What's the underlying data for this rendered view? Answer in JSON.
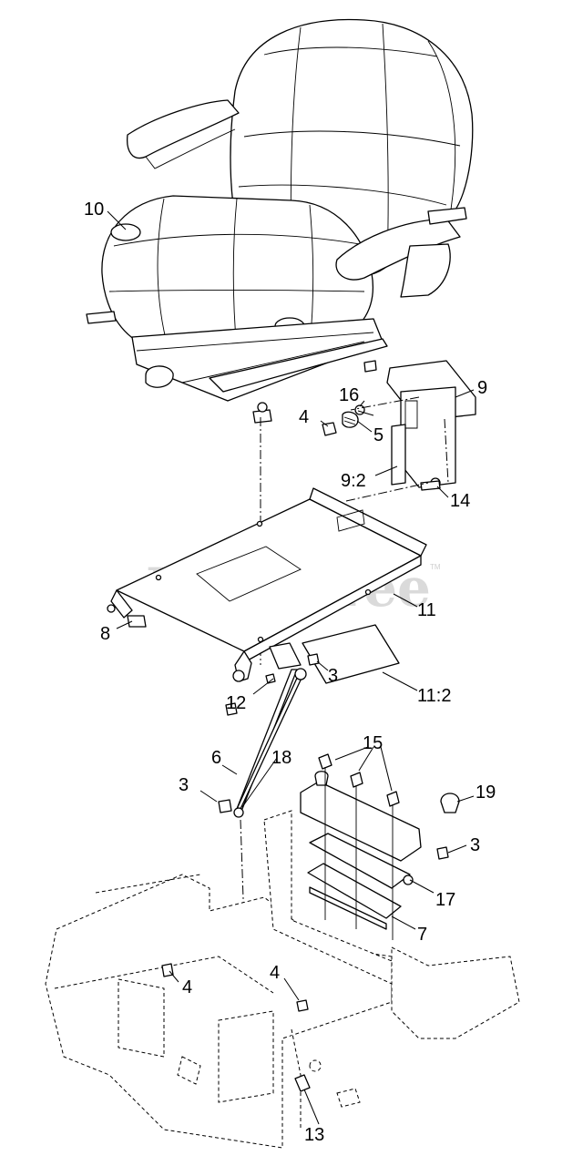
{
  "watermark": {
    "text": "PartsTree",
    "tm": "TM"
  },
  "callouts": {
    "c10": "10",
    "c9": "9",
    "c16": "16",
    "c4a": "4",
    "c5": "5",
    "c9_2": "9:2",
    "c14": "14",
    "c11": "11",
    "c8": "8",
    "c3a": "3",
    "c12": "12",
    "c11_2": "11:2",
    "c15": "15",
    "c6": "6",
    "c18": "18",
    "c3b": "3",
    "c19": "19",
    "c3c": "3",
    "c17": "17",
    "c7": "7",
    "c4b": "4",
    "c4c": "4",
    "c13": "13"
  }
}
